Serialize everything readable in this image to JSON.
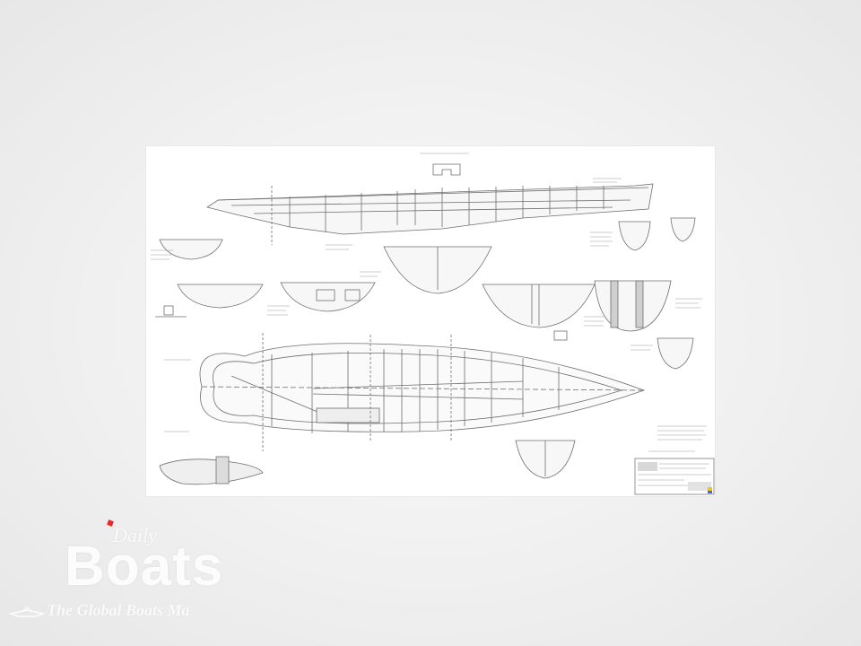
{
  "watermark": {
    "small_word": "Daily",
    "brand": "Boats",
    "tagline": "The Global Boats Ma"
  },
  "colors": {
    "background": "#f1f1f1",
    "sheet": "#ffffff",
    "line": "#6f6f6f",
    "hull_fill": "#f4f4f4",
    "accent_red": "#e8272c"
  }
}
